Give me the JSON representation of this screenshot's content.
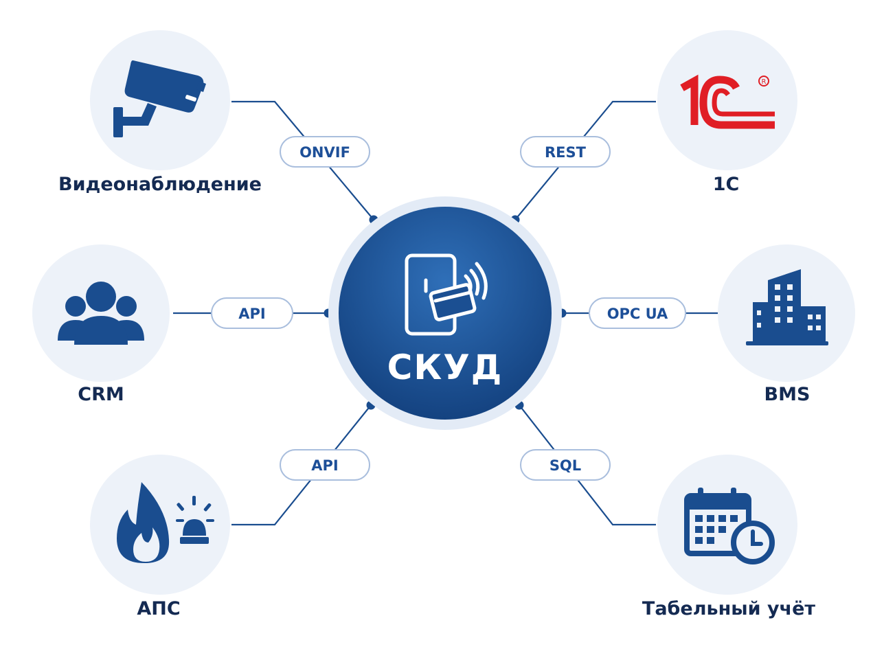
{
  "hub": {
    "label": "СКУД",
    "icon": "card-door-nfc-icon"
  },
  "nodes": [
    {
      "id": "video",
      "label": "Видеонаблюдение",
      "protocol": "ONVIF",
      "icon": "cctv-camera-icon"
    },
    {
      "id": "1c",
      "label": "1С",
      "protocol": "REST",
      "icon": "1c-logo-icon"
    },
    {
      "id": "crm",
      "label": "CRM",
      "protocol": "API",
      "icon": "users-group-icon"
    },
    {
      "id": "bms",
      "label": "BMS",
      "protocol": "OPC UA",
      "icon": "buildings-icon"
    },
    {
      "id": "aps",
      "label": "АПС",
      "protocol": "API",
      "icon": "fire-alarm-icon"
    },
    {
      "id": "timesheet",
      "label": "Табельный учёт",
      "protocol": "SQL",
      "icon": "calendar-clock-icon"
    }
  ],
  "colors": {
    "primary": "#1a4d8f",
    "hub_gradient_top": "#2d6bb5",
    "hub_gradient_bottom": "#13427f",
    "bubble": "#edf2f9",
    "label": "#142a52",
    "logo_red": "#e01e25"
  }
}
